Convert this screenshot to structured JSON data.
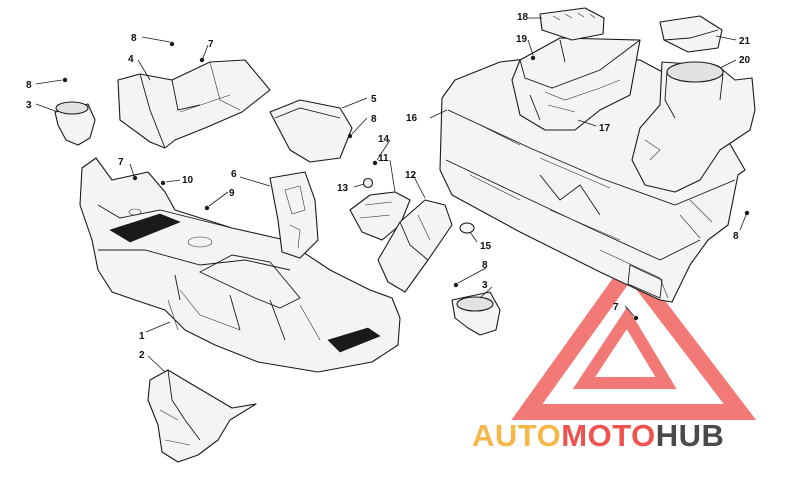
{
  "callouts": [
    "1",
    "2",
    "3",
    "3",
    "4",
    "5",
    "6",
    "7",
    "7",
    "7",
    "8",
    "8",
    "8",
    "8",
    "8",
    "9",
    "10",
    "11",
    "12",
    "13",
    "14",
    "15",
    "16",
    "17",
    "18",
    "19",
    "20",
    "21"
  ],
  "watermark": {
    "brand_parts": [
      "AUTO",
      "MOTO",
      "HUB"
    ],
    "colors": {
      "auto": "#f5b74a",
      "moto": "#ef5350",
      "hub": "#4a4a4a",
      "triangle": "#ef5350"
    }
  },
  "colors": {
    "line": "#1a1a1a",
    "fill": "#f4f4f4",
    "shade": "#e2e2e2",
    "background": "#ffffff"
  }
}
